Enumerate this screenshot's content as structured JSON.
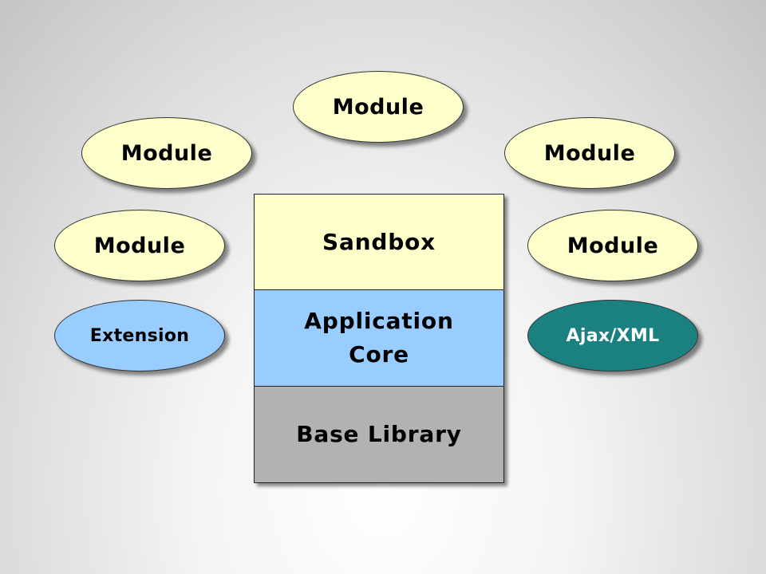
{
  "modules": [
    {
      "id": "top",
      "label": "Module"
    },
    {
      "id": "upper-left",
      "label": "Module"
    },
    {
      "id": "upper-right",
      "label": "Module"
    },
    {
      "id": "mid-left",
      "label": "Module"
    },
    {
      "id": "mid-right",
      "label": "Module"
    }
  ],
  "extension": {
    "label": "Extension"
  },
  "ajax": {
    "label": "Ajax/XML"
  },
  "stack": {
    "sandbox": "Sandbox",
    "core_line1": "Application",
    "core_line2": "Core",
    "base": "Base Library"
  },
  "colors": {
    "module_fill": "#ffffcc",
    "extension_fill": "#99ccff",
    "ajax_fill": "#1a8080",
    "sandbox_fill": "#ffffcc",
    "core_fill": "#99ccff",
    "base_fill": "#b2b2b2"
  }
}
